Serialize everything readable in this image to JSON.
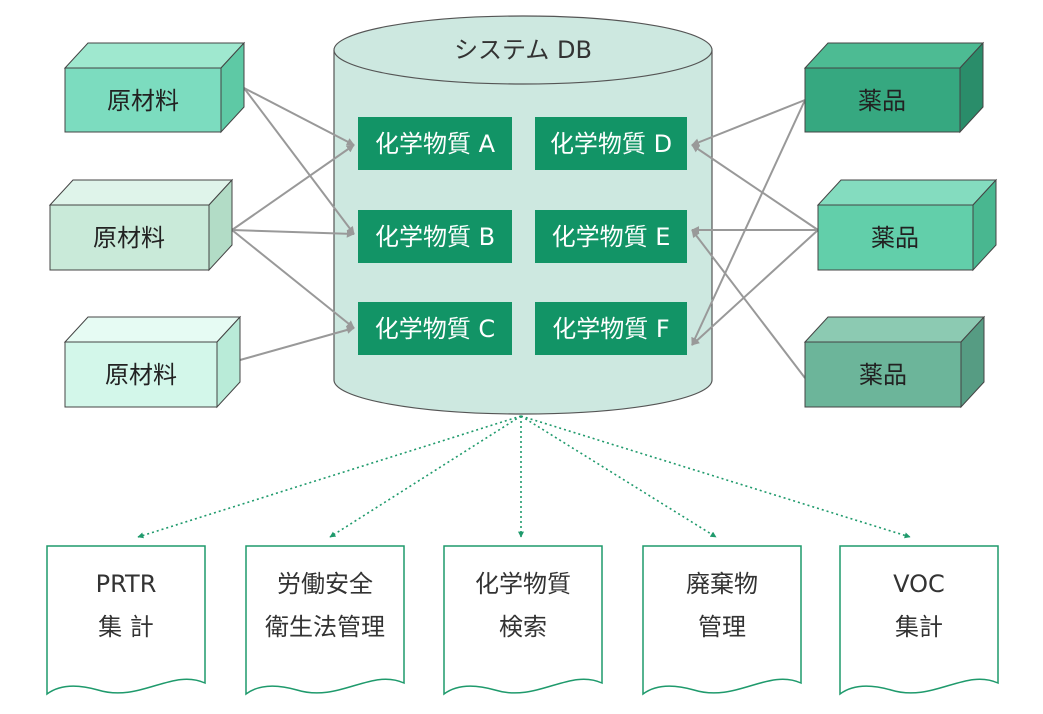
{
  "database": {
    "title": "システム DB"
  },
  "chemicals": {
    "a": "化学物質 A",
    "b": "化学物質 B",
    "c": "化学物質 C",
    "d": "化学物質 D",
    "e": "化学物質 E",
    "f": "化学物質 F"
  },
  "materials": {
    "m1": "原材料",
    "m2": "原材料",
    "m3": "原材料"
  },
  "reagents": {
    "r1": "薬品",
    "r2": "薬品",
    "r3": "薬品"
  },
  "outputs": [
    {
      "line1": "PRTR",
      "line2": "集 計"
    },
    {
      "line1": "労働安全",
      "line2": "衛生法管理"
    },
    {
      "line1": "化学物質",
      "line2": "検索"
    },
    {
      "line1": "廃棄物",
      "line2": "管理"
    },
    {
      "line1": "VOC",
      "line2": "集計"
    }
  ],
  "colors": {
    "material_1": "#7cdcbf",
    "material_2": "#c9ead9",
    "material_3": "#d3f7ea",
    "reagent_1": "#36a880",
    "reagent_2": "#62cfaa",
    "reagent_3": "#6cb59a",
    "chem_box": "#129466",
    "db_fill": "#cde8e0"
  }
}
